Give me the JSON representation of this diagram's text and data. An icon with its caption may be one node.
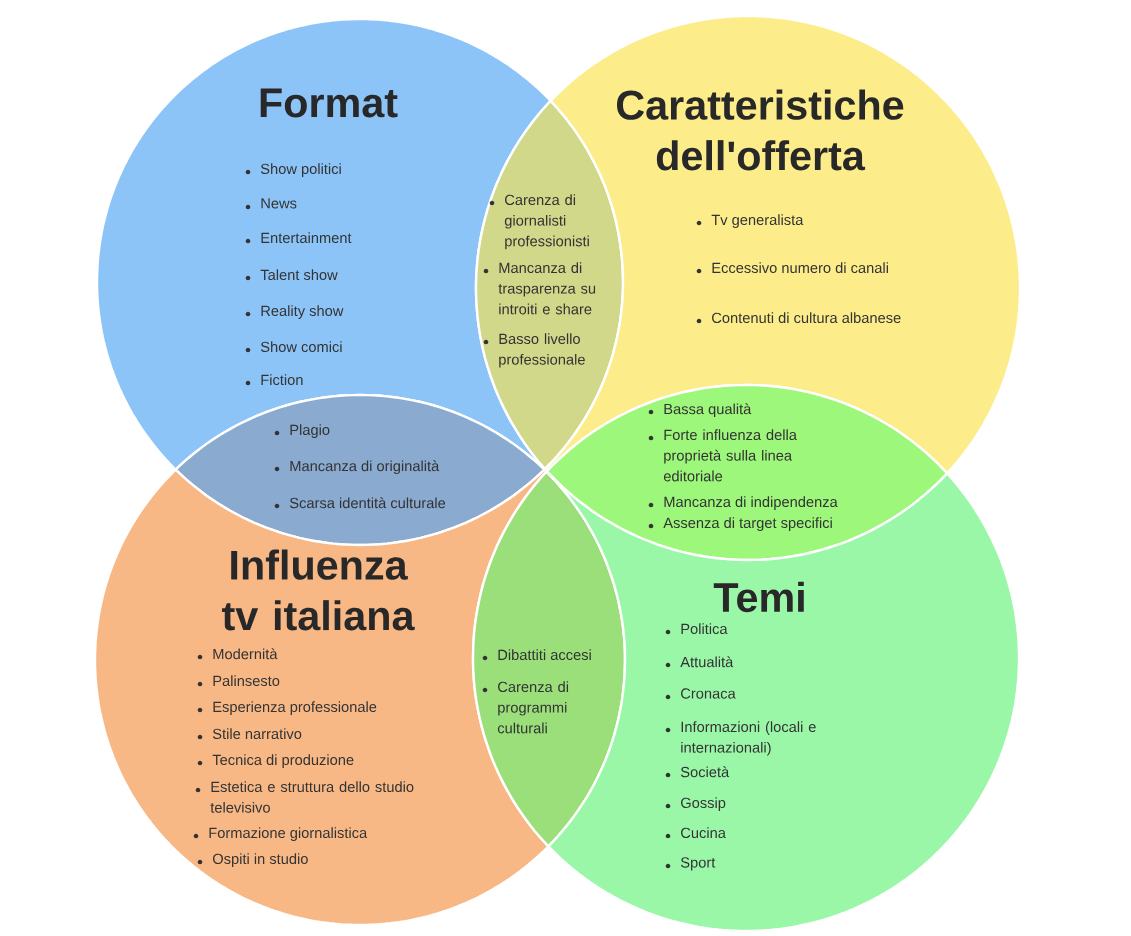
{
  "diagram": {
    "nodes": [
      {
        "text": [
          "Format",
          "Show politici",
          "News",
          "Entertainment",
          "Talent show",
          "Reality show",
          "Show comici",
          "Fiction"
        ]
      },
      {
        "text": [
          "Carenza di giornalisti professionisti",
          "Mancanza di trasparenza su introiti e share",
          "Basso livello professionale"
        ]
      },
      {
        "text": [
          "Caratteristiche dell'offerta",
          "Tv generalista",
          "Eccessivo numero di canali",
          "Contenuti di cultura albanese"
        ]
      },
      {
        "text": [
          "Plagio",
          "Mancanza di originalità",
          "Scarsa identità culturale"
        ]
      },
      {
        "text": [
          "Bassa qualità",
          "Forte influenza della proprietà sulla linea editoriale",
          "Mancanza di indipendenza",
          "Assenza di target specifici"
        ]
      },
      {
        "text": [
          "Influenza tv italiana",
          "Modernità",
          "Palinsesto",
          "Esperienza professionale",
          "Stile narrativo",
          "Tecnica di produzione",
          "Estetica e struttura dello studio televisivo",
          "Formazione giornalistica",
          "Ospiti in studio"
        ]
      },
      {
        "text": [
          "Dibattiti accesi",
          "Carenza di programmi culturali"
        ]
      },
      {
        "text": [
          "Temi",
          "Politica",
          "Attualità",
          "Cronaca",
          "Informazioni (locali e internazionali)",
          "Società",
          "Gossip",
          "Cucina",
          "Sport"
        ]
      }
    ]
  }
}
